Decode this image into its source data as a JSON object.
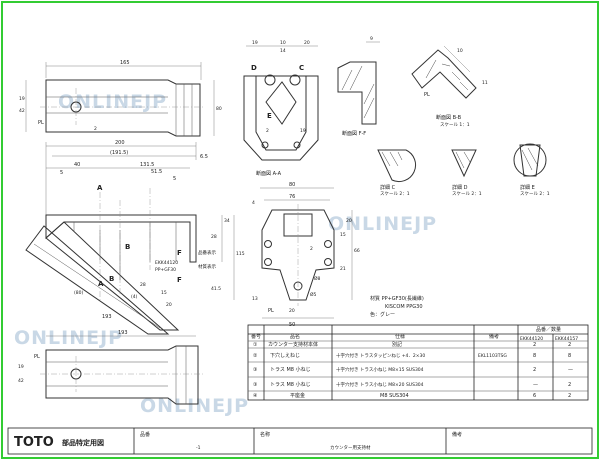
{
  "watermark": "ONLINEJP",
  "title_block": {
    "logo": "TOTO",
    "drawing_type": "部品特定用図",
    "part_code_label": "品番",
    "part_code_value": "-1",
    "name_label": "名称",
    "name_value": "カウンター用支持材",
    "remarks_label": "備考",
    "remarks_value": ""
  },
  "views": {
    "top": {
      "dims": [
        "165",
        "19",
        "42",
        "80",
        "2"
      ],
      "pl": "PL"
    },
    "front": {
      "dims": [
        "200",
        "(191.5)",
        "6.5",
        "5",
        "131.5",
        "40",
        "51.5",
        "5",
        "34",
        "115",
        "28",
        "41.5",
        "28",
        "(80)",
        "193",
        "15",
        "(4)",
        "20"
      ],
      "letters": [
        "A",
        "A",
        "B",
        "B",
        "F",
        "F"
      ],
      "labels": [
        "EKK44120",
        "PP+GF30",
        "品番表示",
        "材質表示"
      ]
    },
    "section_aa": {
      "dims": [
        "19",
        "10",
        "14",
        "20",
        "2",
        "19"
      ],
      "letters": [
        "D",
        "C",
        "E"
      ],
      "caption": "断面図 A-A"
    },
    "section_ff": {
      "caption": "断面図 F-F",
      "dims": [
        "9"
      ]
    },
    "section_bb": {
      "caption": "断面図 B-B",
      "scale": "スケール 1：1",
      "dims": [
        "10",
        "11"
      ],
      "pl": "PL"
    },
    "bottom": {
      "dims": [
        "80",
        "76",
        "4",
        "20",
        "15",
        "66",
        "21",
        "50",
        "13",
        "20",
        "2",
        "Ø8",
        "Ø5"
      ],
      "pl": "PL"
    },
    "end": {
      "dims": [
        "193",
        "19",
        "42"
      ],
      "pl": "PL"
    },
    "details": [
      {
        "caption": "詳細 C",
        "scale": "スケール 2：1"
      },
      {
        "caption": "詳細 D",
        "scale": "スケール 2：1"
      },
      {
        "caption": "詳細 E",
        "scale": "スケール 2：1"
      }
    ]
  },
  "material_note": {
    "line1": "材質 PP+GF30(長繊維)",
    "line2": "KISCOM PPG30",
    "line3": "色：グレー"
  },
  "parts_table": {
    "headers": [
      "番号",
      "品名",
      "仕様",
      "備考"
    ],
    "qty_header": "品番／数量",
    "models": [
      "EKK44120",
      "EKK44157"
    ],
    "rows": [
      {
        "no": "①",
        "name": "カウンター支持材本体",
        "spec": "別記",
        "note": "",
        "q1": "2",
        "q2": "2"
      },
      {
        "no": "②",
        "name": "下穴しえねじ",
        "spec": "十字穴付き トラスタッピンねじ +4．2×30",
        "note": "EKL1103TSG",
        "q1": "8",
        "q2": "8"
      },
      {
        "no": "③",
        "name": "トラス M8 小ねじ",
        "spec": "十字穴付き トラス小ねじ M8×15 SUS304",
        "note": "",
        "q1": "2",
        "q2": "—"
      },
      {
        "no": "③",
        "name": "トラス M8 小ねじ",
        "spec": "十字穴付き トラス小ねじ M8×20 SUS304",
        "note": "",
        "q1": "—",
        "q2": "2"
      },
      {
        "no": "④",
        "name": "平座金",
        "spec": "M8 SUS304",
        "note": "",
        "q1": "6",
        "q2": "2"
      }
    ]
  }
}
